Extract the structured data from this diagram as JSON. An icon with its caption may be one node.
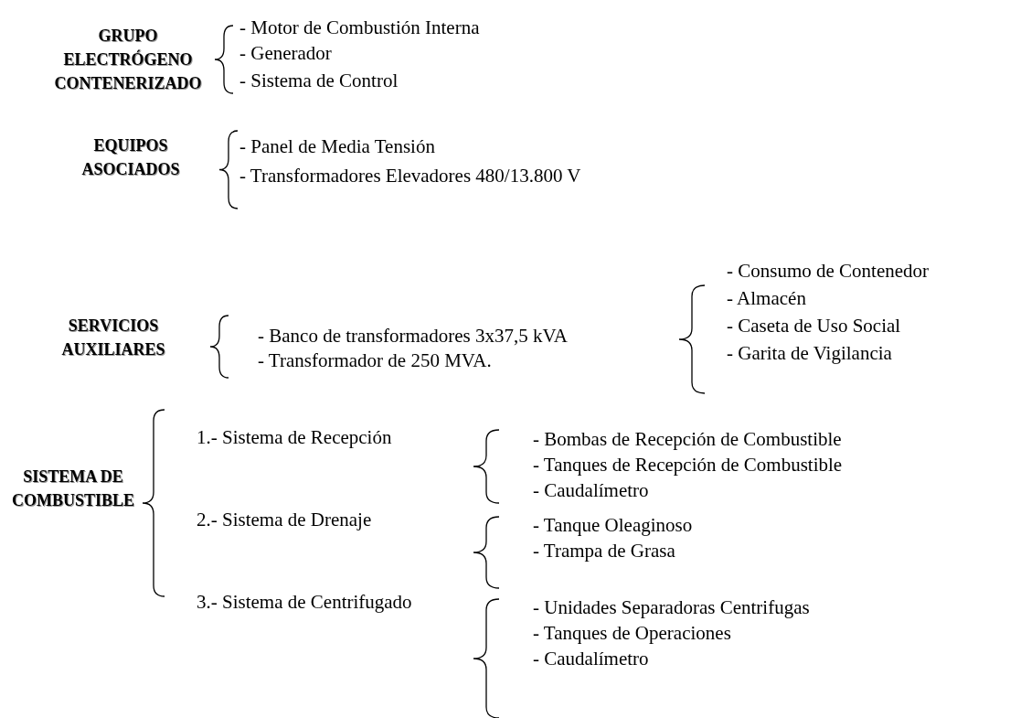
{
  "diagram": {
    "labels": [
      "GRUPO ELECTRÓGENO CONTENERIZADO",
      "- Motor de Combustión Interna",
      "- Generador",
      "- Sistema de Control",
      "EQUIPOS ASOCIADOS",
      "- Panel de Media Tensión",
      "- Transformadores Elevadores 480/13.800 V",
      "SERVICIOS AUXILIARES",
      "- Banco de transformadores 3x37,5 kVA",
      "- Transformador de 250 MVA.",
      "- Consumo de Contenedor",
      "- Almacén",
      "- Caseta de Uso Social",
      "- Garita de Vigilancia",
      "SISTEMA DE COMBUSTIBLE",
      "1.- Sistema de Recepción",
      "- Bombas de Recepción de Combustible",
      "- Tanques de Recepción de Combustible",
      "- Caudalímetro",
      "2.- Sistema de Drenaje",
      "- Tanque Oleaginoso",
      "- Trampa de Grasa",
      "3.- Sistema de Centrifugado",
      "- Unidades Separadoras Centrifugas",
      "- Tanques de Operaciones",
      "- Caudalímetro"
    ]
  }
}
